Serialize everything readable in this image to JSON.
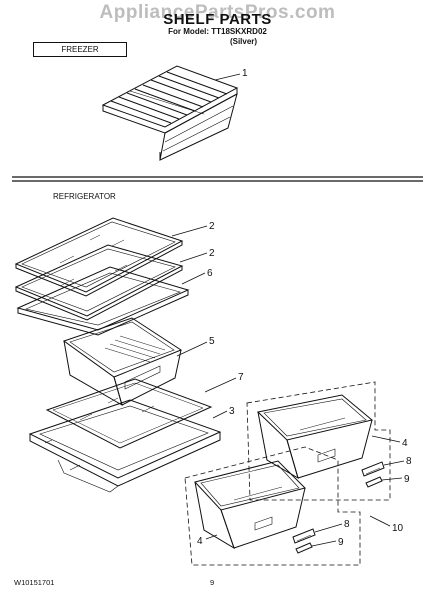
{
  "header": {
    "watermark": "AppliancePartsPros.com",
    "title": "SHELF PARTS",
    "model_line": "For Model: TT18SKXRD02",
    "color_line": "(Silver)"
  },
  "sections": {
    "freezer": "FREEZER",
    "refrigerator": "REFRIGERATOR"
  },
  "callouts": [
    "1",
    "2",
    "2",
    "6",
    "5",
    "7",
    "3",
    "4",
    "8",
    "9",
    "10",
    "4",
    "8",
    "9"
  ],
  "footer": {
    "doc_id": "W10151701",
    "page": "9"
  }
}
